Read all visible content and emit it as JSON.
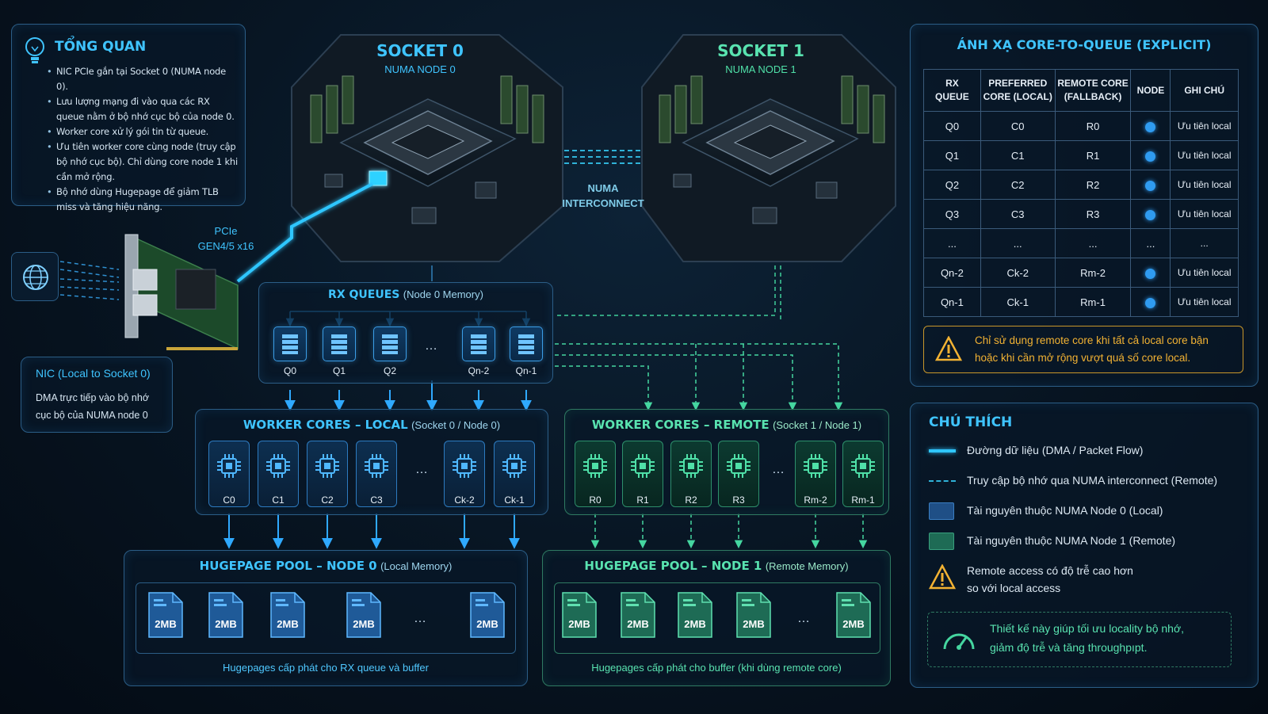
{
  "colors": {
    "accent_blue": "#3fc4ff",
    "accent_green": "#4fe0a8",
    "local_fill": "#1f4f86",
    "remote_fill": "#1e6b55",
    "warning": "#f2b233",
    "background": "#071421"
  },
  "overview": {
    "title": "TỔNG QUAN",
    "icon": "lightbulb-icon",
    "bullets": [
      "NIC PCIe gắn tại Socket 0 (NUMA node 0).",
      "Lưu lượng mạng đi vào qua các RX queue nằm ở bộ nhớ cục bộ của node 0.",
      "Worker core xử lý gói tin từ queue.",
      "Ưu tiên worker core cùng node (truy cập bộ nhớ cục bộ). Chỉ dùng core node 1 khi cần mở rộng.",
      "Bộ nhớ dùng Hugepage để giảm TLB miss và tăng hiệu năng."
    ]
  },
  "socket0": {
    "title": "SOCKET 0",
    "subtitle": "NUMA NODE 0"
  },
  "socket1": {
    "title": "SOCKET 1",
    "subtitle": "NUMA NODE 1"
  },
  "interconnect": {
    "line1": "NUMA",
    "line2": "INTERCONNECT"
  },
  "pcie": {
    "line1": "PCIe",
    "line2": "GEN4/5 x16"
  },
  "nic": {
    "title": "NIC (Local to Socket 0)",
    "desc_line1": "DMA trực tiếp vào bộ nhớ",
    "desc_line2": "cục bộ của NUMA node 0"
  },
  "rx_queues": {
    "title": "RX QUEUES",
    "subtitle": "(Node 0 Memory)",
    "items": [
      "Q0",
      "Q1",
      "Q2",
      "…",
      "Qn-2",
      "Qn-1"
    ]
  },
  "workers_local": {
    "title": "WORKER CORES – LOCAL",
    "subtitle": "(Socket 0 / Node 0)",
    "cores": [
      "C0",
      "C1",
      "C2",
      "C3",
      "…",
      "Ck-2",
      "Ck-1"
    ]
  },
  "workers_remote": {
    "title": "WORKER CORES – REMOTE",
    "subtitle": "(Socket 1 / Node 1)",
    "cores": [
      "R0",
      "R1",
      "R2",
      "R3",
      "…",
      "Rm-2",
      "Rm-1"
    ]
  },
  "hugepage_node0": {
    "title": "HUGEPAGE POOL – NODE 0",
    "subtitle": "(Local Memory)",
    "pages": [
      "2MB",
      "2MB",
      "2MB",
      "2MB",
      "…",
      "2MB"
    ],
    "caption": "Hugepages cấp phát cho RX queue và buffer"
  },
  "hugepage_node1": {
    "title": "HUGEPAGE POOL – NODE 1",
    "subtitle": "(Remote Memory)",
    "pages": [
      "2MB",
      "2MB",
      "2MB",
      "2MB",
      "…",
      "2MB"
    ],
    "caption": "Hugepages cấp phát cho buffer (khi dùng remote core)"
  },
  "mapping": {
    "title": "ÁNH XẠ CORE-TO-QUEUE (EXPLICIT)",
    "headers": [
      [
        "RX",
        "QUEUE"
      ],
      [
        "PREFERRED",
        "CORE (LOCAL)"
      ],
      [
        "REMOTE CORE",
        "(FALLBACK)"
      ],
      [
        "NODE",
        ""
      ],
      [
        "GHI CHÚ",
        ""
      ]
    ],
    "rows": [
      {
        "queue": "Q0",
        "local": "C0",
        "remote": "R0",
        "node": "dot",
        "note": "Ưu tiên local"
      },
      {
        "queue": "Q1",
        "local": "C1",
        "remote": "R1",
        "node": "dot",
        "note": "Ưu tiên local"
      },
      {
        "queue": "Q2",
        "local": "C2",
        "remote": "R2",
        "node": "dot",
        "note": "Ưu tiên local"
      },
      {
        "queue": "Q3",
        "local": "C3",
        "remote": "R3",
        "node": "dot",
        "note": "Ưu tiên local"
      },
      {
        "queue": "...",
        "local": "...",
        "remote": "...",
        "node": "...",
        "note": "..."
      },
      {
        "queue": "Qn-2",
        "local": "Ck-2",
        "remote": "Rm-2",
        "node": "dot",
        "note": "Ưu tiên local"
      },
      {
        "queue": "Qn-1",
        "local": "Ck-1",
        "remote": "Rm-1",
        "node": "dot",
        "note": "Ưu tiên local"
      }
    ],
    "warning_line1": "Chỉ sử dụng remote core khi tất cả local core bận",
    "warning_line2": "hoặc khi cần mở rộng vượt quá số core local."
  },
  "legend": {
    "title": "CHÚ THÍCH",
    "items": [
      "Đường dữ liệu (DMA / Packet Flow)",
      "Truy cập bộ nhớ qua NUMA interconnect (Remote)",
      "Tài nguyên thuộc NUMA Node 0 (Local)",
      "Tài nguyên thuộc NUMA Node 1 (Remote)"
    ],
    "warn_line1": "Remote access có độ trễ cao hơn",
    "warn_line2": "so với local access",
    "tip_line1": "Thiết kế này giúp tối ưu locality bộ nhớ,",
    "tip_line2": "giảm độ trễ và tăng throughpıpt."
  }
}
